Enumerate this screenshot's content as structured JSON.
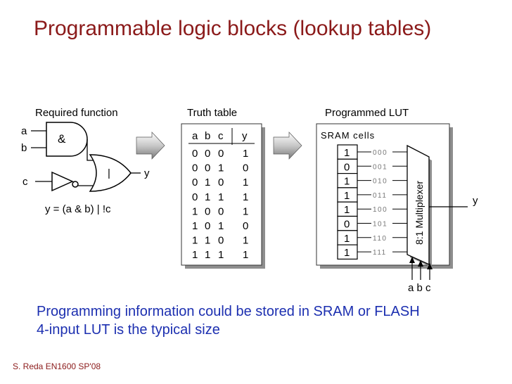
{
  "title": "Programmable logic blocks (lookup tables)",
  "required": {
    "heading": "Required function",
    "inputs": [
      "a",
      "b",
      "c"
    ],
    "and_symbol": "&",
    "or_symbol": "|",
    "output": "y",
    "equation": "y = (a & b) | !c"
  },
  "truth_table": {
    "heading": "Truth table",
    "headers": [
      "a",
      "b",
      "c",
      "y"
    ],
    "rows": [
      [
        "0",
        "0",
        "0",
        "1"
      ],
      [
        "0",
        "0",
        "1",
        "0"
      ],
      [
        "0",
        "1",
        "0",
        "1"
      ],
      [
        "0",
        "1",
        "1",
        "1"
      ],
      [
        "1",
        "0",
        "0",
        "1"
      ],
      [
        "1",
        "0",
        "1",
        "0"
      ],
      [
        "1",
        "1",
        "0",
        "1"
      ],
      [
        "1",
        "1",
        "1",
        "1"
      ]
    ]
  },
  "lut": {
    "heading": "Programmed LUT",
    "sram_label": "SRAM cells",
    "cells": [
      "1",
      "0",
      "1",
      "1",
      "1",
      "0",
      "1",
      "1"
    ],
    "addresses": [
      "000",
      "001",
      "010",
      "011",
      "100",
      "101",
      "110",
      "111"
    ],
    "mux_label": "8:1 Multiplexer",
    "output": "y",
    "select_label": "a b c"
  },
  "notes": [
    "Programming information could be stored in SRAM or FLASH",
    "4-input LUT is the typical size"
  ],
  "footer": "S. Reda EN1600 SP'08",
  "colors": {
    "title": "#8b1a1a",
    "note": "#1c2fb0",
    "box_shadow": "#8e8e8e",
    "box_fill": "#ffffff"
  }
}
